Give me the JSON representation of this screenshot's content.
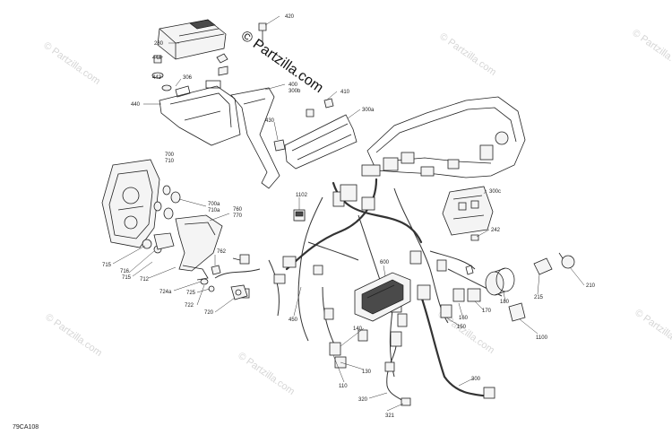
{
  "watermark": {
    "main": "© Partzilla.com",
    "repeat": "© Partzilla.com"
  },
  "diagram_code": "79CA108",
  "labels": [
    {
      "id": "420",
      "text": "420"
    },
    {
      "id": "280",
      "text": "280"
    },
    {
      "id": "444",
      "text": "444"
    },
    {
      "id": "442",
      "text": "442"
    },
    {
      "id": "306",
      "text": "306"
    },
    {
      "id": "440",
      "text": "440"
    },
    {
      "id": "400",
      "text": "400"
    },
    {
      "id": "300b",
      "text": "300b"
    },
    {
      "id": "410",
      "text": "410"
    },
    {
      "id": "300a",
      "text": "300a"
    },
    {
      "id": "430",
      "text": "430"
    },
    {
      "id": "700",
      "text": "700"
    },
    {
      "id": "710",
      "text": "710"
    },
    {
      "id": "1102",
      "text": "1102"
    },
    {
      "id": "300c",
      "text": "300c"
    },
    {
      "id": "700a",
      "text": "700a"
    },
    {
      "id": "710a",
      "text": "710a"
    },
    {
      "id": "760",
      "text": "760"
    },
    {
      "id": "770",
      "text": "770"
    },
    {
      "id": "242",
      "text": "242"
    },
    {
      "id": "715a",
      "text": "715"
    },
    {
      "id": "716",
      "text": "716"
    },
    {
      "id": "715b",
      "text": "715"
    },
    {
      "id": "712",
      "text": "712"
    },
    {
      "id": "762",
      "text": "762"
    },
    {
      "id": "724a",
      "text": "724a"
    },
    {
      "id": "725",
      "text": "725"
    },
    {
      "id": "722",
      "text": "722"
    },
    {
      "id": "720",
      "text": "720"
    },
    {
      "id": "600",
      "text": "600"
    },
    {
      "id": "210",
      "text": "210"
    },
    {
      "id": "215",
      "text": "215"
    },
    {
      "id": "180",
      "text": "180"
    },
    {
      "id": "170",
      "text": "170"
    },
    {
      "id": "160",
      "text": "160"
    },
    {
      "id": "150",
      "text": "150"
    },
    {
      "id": "1100",
      "text": "1100"
    },
    {
      "id": "450",
      "text": "450"
    },
    {
      "id": "140",
      "text": "140"
    },
    {
      "id": "130",
      "text": "130"
    },
    {
      "id": "110",
      "text": "110"
    },
    {
      "id": "300",
      "text": "300"
    },
    {
      "id": "320",
      "text": "320"
    },
    {
      "id": "321",
      "text": "321"
    }
  ]
}
